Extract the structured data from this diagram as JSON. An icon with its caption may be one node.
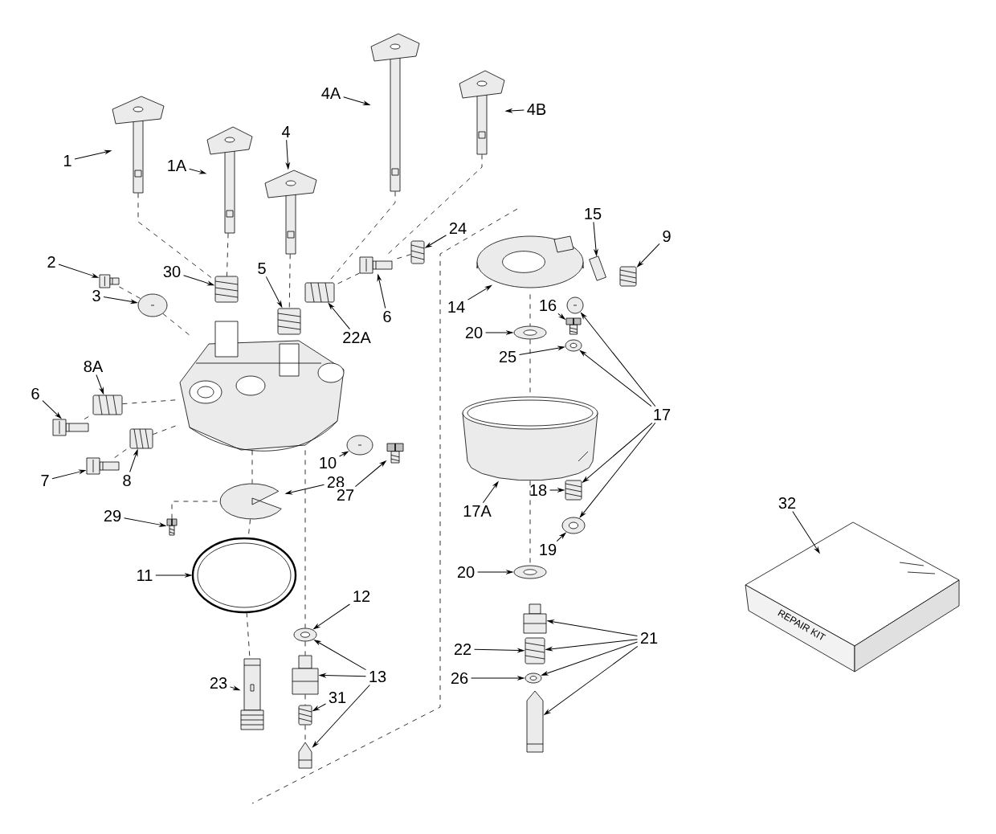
{
  "diagram": {
    "nodes": [
      {
        "text": [
          "1"
        ]
      },
      {
        "text": [
          "1A"
        ]
      },
      {
        "text": [
          "4"
        ]
      },
      {
        "text": [
          "4A"
        ]
      },
      {
        "text": [
          "4B"
        ]
      },
      {
        "text": [
          "2"
        ]
      },
      {
        "text": [
          "3"
        ]
      },
      {
        "text": [
          "30"
        ]
      },
      {
        "text": [
          "5"
        ]
      },
      {
        "text": [
          "24"
        ]
      },
      {
        "text": [
          "15"
        ]
      },
      {
        "text": [
          "9"
        ]
      },
      {
        "text": [
          "6"
        ]
      },
      {
        "text": [
          "22A"
        ]
      },
      {
        "text": [
          "14"
        ]
      },
      {
        "text": [
          "16"
        ]
      },
      {
        "text": [
          "20"
        ]
      },
      {
        "text": [
          "25"
        ]
      },
      {
        "text": [
          "17"
        ]
      },
      {
        "text": [
          "8A"
        ]
      },
      {
        "text": [
          "6"
        ]
      },
      {
        "text": [
          "7"
        ]
      },
      {
        "text": [
          "8"
        ]
      },
      {
        "text": [
          "10"
        ]
      },
      {
        "text": [
          "28"
        ]
      },
      {
        "text": [
          "27"
        ]
      },
      {
        "text": [
          "29"
        ]
      },
      {
        "text": [
          "17A"
        ]
      },
      {
        "text": [
          "18"
        ]
      },
      {
        "text": [
          "19"
        ]
      },
      {
        "text": [
          "11"
        ]
      },
      {
        "text": [
          "12"
        ]
      },
      {
        "text": [
          "20"
        ]
      },
      {
        "text": [
          "21"
        ]
      },
      {
        "text": [
          "22"
        ]
      },
      {
        "text": [
          "26"
        ]
      },
      {
        "text": [
          "13"
        ]
      },
      {
        "text": [
          "23"
        ]
      },
      {
        "text": [
          "31"
        ]
      },
      {
        "text": [
          "32"
        ]
      },
      {
        "text": [],
        "shape": "picture"
      },
      {
        "text": [],
        "shape": "picture"
      },
      {
        "text": [],
        "shape": "picture"
      },
      {
        "text": [],
        "shape": "picture"
      },
      {
        "text": [],
        "shape": "picture"
      },
      {
        "text": [],
        "shape": "picture"
      },
      {
        "text": [],
        "shape": "picture"
      },
      {
        "text": [],
        "shape": "picture"
      },
      {
        "text": [],
        "shape": "picture"
      },
      {
        "text": [],
        "shape": "picture"
      },
      {
        "text": [],
        "shape": "picture"
      },
      {
        "text": [],
        "shape": "picture"
      },
      {
        "text": [],
        "shape": "picture"
      },
      {
        "text": [],
        "shape": "picture"
      },
      {
        "text": [],
        "shape": "picture"
      },
      {
        "text": [],
        "shape": "picture"
      },
      {
        "text": [],
        "shape": "picture"
      },
      {
        "text": [],
        "shape": "picture"
      },
      {
        "text": [],
        "shape": "picture"
      },
      {
        "text": [],
        "shape": "picture"
      },
      {
        "text": [],
        "shape": "picture"
      },
      {
        "text": [],
        "shape": "picture"
      },
      {
        "text": [],
        "shape": "picture"
      },
      {
        "text": [],
        "shape": "picture"
      },
      {
        "text": [],
        "shape": "picture"
      },
      {
        "text": [],
        "shape": "picture"
      },
      {
        "text": [],
        "shape": "picture"
      },
      {
        "text": [],
        "shape": "picture"
      },
      {
        "text": [],
        "shape": "picture"
      },
      {
        "text": [],
        "shape": "picture"
      },
      {
        "text": [],
        "shape": "picture"
      },
      {
        "text": [],
        "shape": "picture"
      },
      {
        "text": [],
        "shape": "picture"
      },
      {
        "text": [],
        "shape": "picture"
      },
      {
        "text": [],
        "shape": "picture"
      },
      {
        "text": [],
        "shape": "picture"
      },
      {
        "text": [],
        "shape": "picture"
      },
      {
        "text": [],
        "shape": "picture"
      },
      {
        "text": [],
        "shape": "picture"
      },
      {
        "text": [],
        "shape": "picture"
      },
      {
        "text": [],
        "shape": "picture"
      },
      {
        "text": [
          "REPAIR KIT"
        ]
      },
      {
        "text": [],
        "shape": "picture"
      }
    ],
    "edges": [
      {
        "from": 0,
        "to": 40,
        "arrow": "to"
      },
      {
        "from": 1,
        "to": 41,
        "arrow": "to"
      },
      {
        "from": 2,
        "to": 42,
        "arrow": "to"
      },
      {
        "from": 3,
        "to": 43,
        "arrow": "to"
      },
      {
        "from": 4,
        "to": 44,
        "arrow": "to"
      },
      {
        "from": 5,
        "to": 45,
        "arrow": "to"
      },
      {
        "from": 6,
        "to": 46,
        "arrow": "to"
      },
      {
        "from": 7,
        "to": 47,
        "arrow": "to"
      },
      {
        "from": 8,
        "to": 48,
        "arrow": "to"
      },
      {
        "from": 9,
        "to": 51,
        "arrow": "to"
      },
      {
        "from": 10,
        "to": 53,
        "arrow": "to"
      },
      {
        "from": 11,
        "to": 54,
        "arrow": "to"
      },
      {
        "from": 12,
        "to": 50,
        "arrow": "to"
      },
      {
        "from": 13,
        "to": 49,
        "arrow": "to"
      },
      {
        "from": 14,
        "to": 52,
        "arrow": "to"
      },
      {
        "from": 15,
        "to": 56,
        "arrow": "to"
      },
      {
        "from": 16,
        "to": 57,
        "arrow": "to"
      },
      {
        "from": 17,
        "to": 58,
        "arrow": "to"
      },
      {
        "from": 18,
        "to": 55,
        "arrow": "to"
      },
      {
        "from": 18,
        "to": 58,
        "arrow": "to"
      },
      {
        "from": 18,
        "to": 68,
        "arrow": "to"
      },
      {
        "from": 18,
        "to": 69,
        "arrow": "to"
      },
      {
        "from": 19,
        "to": 61,
        "arrow": "to"
      },
      {
        "from": 20,
        "to": 60,
        "arrow": "to"
      },
      {
        "from": 21,
        "to": 62,
        "arrow": "to"
      },
      {
        "from": 22,
        "to": 63,
        "arrow": "to"
      },
      {
        "from": 23,
        "to": 64,
        "arrow": "to"
      },
      {
        "from": 24,
        "to": 66,
        "arrow": "to"
      },
      {
        "from": 25,
        "to": 65,
        "arrow": "to"
      },
      {
        "from": 26,
        "to": 67,
        "arrow": "to"
      },
      {
        "from": 27,
        "to": 59,
        "arrow": "to"
      },
      {
        "from": 28,
        "to": 68,
        "arrow": "to"
      },
      {
        "from": 29,
        "to": 69,
        "arrow": "to"
      },
      {
        "from": 30,
        "to": 70,
        "arrow": "to"
      },
      {
        "from": 31,
        "to": 71,
        "arrow": "to"
      },
      {
        "from": 32,
        "to": 72,
        "arrow": "to"
      },
      {
        "from": 33,
        "to": 74,
        "arrow": "to"
      },
      {
        "from": 33,
        "to": 75,
        "arrow": "to"
      },
      {
        "from": 33,
        "to": 76,
        "arrow": "to"
      },
      {
        "from": 33,
        "to": 77,
        "arrow": "to"
      },
      {
        "from": 34,
        "to": 75,
        "arrow": "to"
      },
      {
        "from": 35,
        "to": 76,
        "arrow": "to"
      },
      {
        "from": 36,
        "to": 71,
        "arrow": "to"
      },
      {
        "from": 36,
        "to": 73,
        "arrow": "to"
      },
      {
        "from": 36,
        "to": 78,
        "arrow": "to"
      },
      {
        "from": 37,
        "to": 79,
        "arrow": "to"
      },
      {
        "from": 38,
        "to": 80,
        "arrow": "to"
      },
      {
        "from": 39,
        "to": 81,
        "arrow": "to"
      },
      {
        "from": 40,
        "to": 47,
        "arrow": "none",
        "style": "dashed"
      },
      {
        "from": 41,
        "to": 47,
        "arrow": "none",
        "style": "dashed"
      },
      {
        "from": 42,
        "to": 48,
        "arrow": "none",
        "style": "dashed"
      },
      {
        "from": 43,
        "to": 49,
        "arrow": "none",
        "style": "dashed"
      },
      {
        "from": 44,
        "to": 50,
        "arrow": "none",
        "style": "dashed"
      },
      {
        "from": 51,
        "to": 50,
        "arrow": "none",
        "style": "dashed"
      },
      {
        "from": 50,
        "to": 49,
        "arrow": "none",
        "style": "dashed"
      },
      {
        "from": 45,
        "to": 46,
        "arrow": "none",
        "style": "dashed"
      },
      {
        "from": 46,
        "to": 82,
        "arrow": "none",
        "style": "dashed"
      },
      {
        "from": 60,
        "to": 61,
        "arrow": "none",
        "style": "dashed"
      },
      {
        "from": 61,
        "to": 82,
        "arrow": "none",
        "style": "dashed"
      },
      {
        "from": 62,
        "to": 63,
        "arrow": "none",
        "style": "dashed"
      },
      {
        "from": 63,
        "to": 82,
        "arrow": "none",
        "style": "dashed"
      },
      {
        "from": 82,
        "to": 66,
        "arrow": "none",
        "style": "dashed"
      },
      {
        "from": 66,
        "to": 70,
        "arrow": "none",
        "style": "dashed"
      },
      {
        "from": 70,
        "to": 79,
        "arrow": "none",
        "style": "dashed"
      },
      {
        "from": 82,
        "to": 71,
        "arrow": "none",
        "style": "dashed"
      },
      {
        "from": 71,
        "to": 73,
        "arrow": "none",
        "style": "dashed"
      },
      {
        "from": 73,
        "to": 80,
        "arrow": "none",
        "style": "dashed"
      },
      {
        "from": 80,
        "to": 78,
        "arrow": "none",
        "style": "dashed"
      },
      {
        "from": 67,
        "to": 66,
        "arrow": "none",
        "style": "dashed"
      },
      {
        "from": 52,
        "to": 57,
        "arrow": "none",
        "style": "dashed"
      },
      {
        "from": 57,
        "to": 59,
        "arrow": "none",
        "style": "dashed"
      },
      {
        "from": 59,
        "to": 72,
        "arrow": "none",
        "style": "dashed"
      }
    ]
  }
}
